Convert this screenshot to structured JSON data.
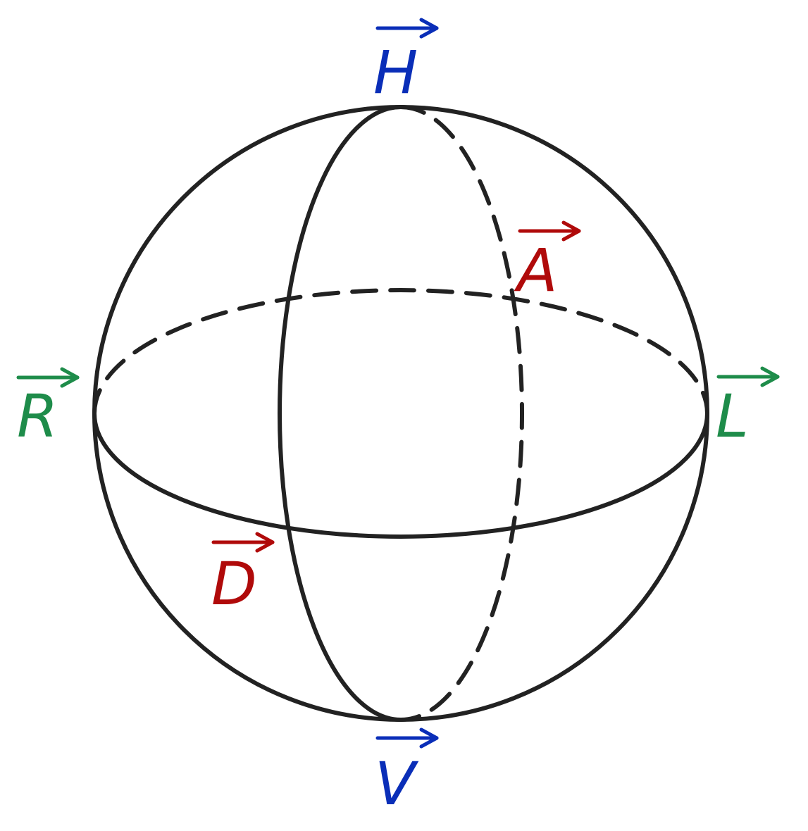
{
  "colors": {
    "outline": "#222222",
    "sphere_fill": "#fbfbfb",
    "linear_basis": "#0a2eb8",
    "circular_basis": "#1e8c4a",
    "diagonal_basis": "#b00a0a"
  },
  "labels": {
    "H": {
      "text": "H",
      "color_key": "linear_basis"
    },
    "V": {
      "text": "V",
      "color_key": "linear_basis"
    },
    "R": {
      "text": "R",
      "color_key": "circular_basis"
    },
    "L": {
      "text": "L",
      "color_key": "circular_basis"
    },
    "A": {
      "text": "A",
      "color_key": "diagonal_basis"
    },
    "D": {
      "text": "D",
      "color_key": "diagonal_basis"
    }
  },
  "notation": "vector-arrow"
}
